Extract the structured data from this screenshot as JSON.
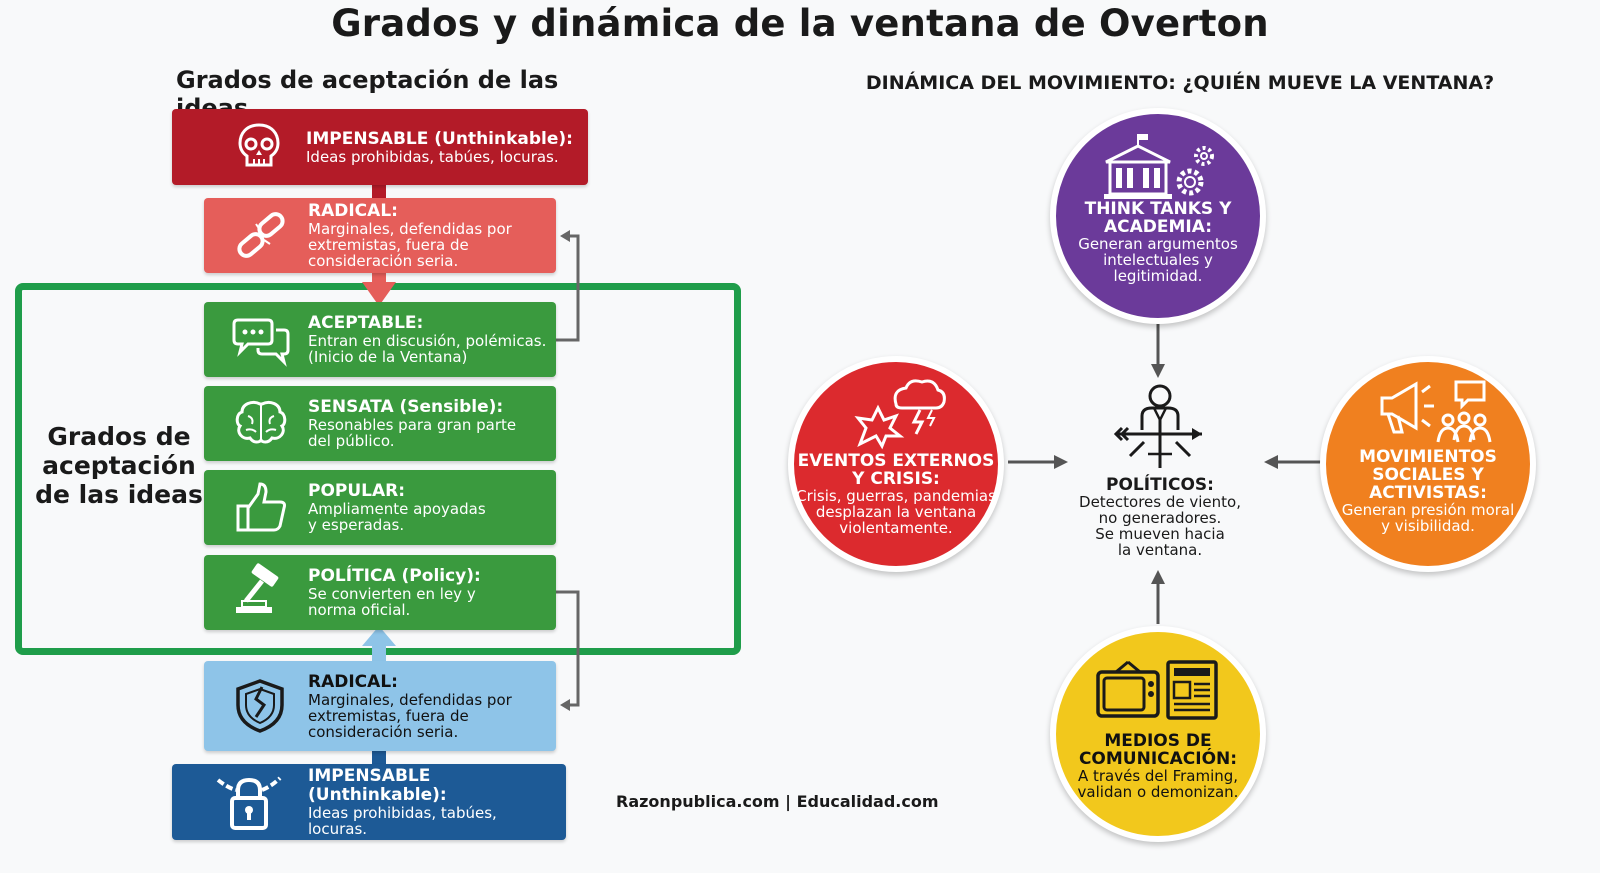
{
  "title": "Grados y dinámica de la ventana de Overton",
  "left_title": "Grados de aceptación de las ideas",
  "right_title": "DINÁMICA DEL MOVIMIENTO: ¿QUIÉN MUEVE LA VENTANA?",
  "window_label": "Grados de aceptación de las ideas",
  "colors": {
    "dark_red": "#b31b28",
    "light_red": "#e55e5a",
    "green": "#3a9a3e",
    "window_border": "#1f9d4a",
    "light_blue": "#8ec4e8",
    "dark_blue": "#1d5a96",
    "purple": "#6b3a9a",
    "red_circle": "#dc2a2e",
    "orange_circle": "#f0801f",
    "yellow_circle": "#f2c81c"
  },
  "degrees": [
    {
      "label": "IMPENSABLE (Unthinkable):",
      "desc": "Ideas prohibidas, tabúes, locuras.",
      "icon": "skull-icon"
    },
    {
      "label": "RADICAL:",
      "desc": "Marginales, defendidas por\nextremistas, fuera de\nconsideración seria.",
      "icon": "broken-chain-icon"
    },
    {
      "label": "ACEPTABLE:",
      "desc": "Entran en discusión, polémicas.\n(Inicio de la Ventana)",
      "icon": "chat-bubbles-icon"
    },
    {
      "label": "SENSATA (Sensible):",
      "desc": "Resonables para gran parte\ndel público.",
      "icon": "brain-icon"
    },
    {
      "label": "POPULAR:",
      "desc": "Ampliamente apoyadas\ny esperadas.",
      "icon": "thumbs-up-icon"
    },
    {
      "label": "POLÍTICA (Policy):",
      "desc": "Se convierten en ley y\nnorma oficial.",
      "icon": "gavel-icon"
    },
    {
      "label": "RADICAL:",
      "desc": "Marginales, defendidas por\nextremistas, fuera de\nconsideración seria.",
      "icon": "broken-shield-icon"
    },
    {
      "label": "IMPENSABLE (Unthinkable):",
      "desc": "Ideas prohibidas, tabúes, locuras.",
      "icon": "padlock-chain-icon"
    }
  ],
  "actors": {
    "think_tanks": {
      "title": "THINK TANKS Y\nACADEMIA:",
      "desc": "Generan argumentos\nintelectuales y\nlegitimidad.",
      "icon": "academy-gears-icon"
    },
    "eventos": {
      "title": "EVENTOS EXTERNOS\nY CRISIS:",
      "desc": "Crisis, guerras, pandemias\ndesplazan la ventana\nviolentamente.",
      "icon": "storm-explosion-icon"
    },
    "movimientos": {
      "title": "MOVIMIENTOS\nSOCIALES Y\nACTIVISTAS:",
      "desc": "Generan presión moral\ny visibilidad.",
      "icon": "megaphone-crowd-icon"
    },
    "medios": {
      "title": "MEDIOS DE\nCOMUNICACIÓN:",
      "desc": "A través del Framing,\nvalidan o demonizan.",
      "icon": "tv-newspaper-icon"
    },
    "politicos": {
      "title": "POLÍTICOS:",
      "desc": "Detectores de viento,\nno generadores.\nSe mueven hacia\nla ventana.",
      "icon": "politician-weathervane-icon"
    }
  },
  "source": "Razonpublica.com | Educalidad.com"
}
